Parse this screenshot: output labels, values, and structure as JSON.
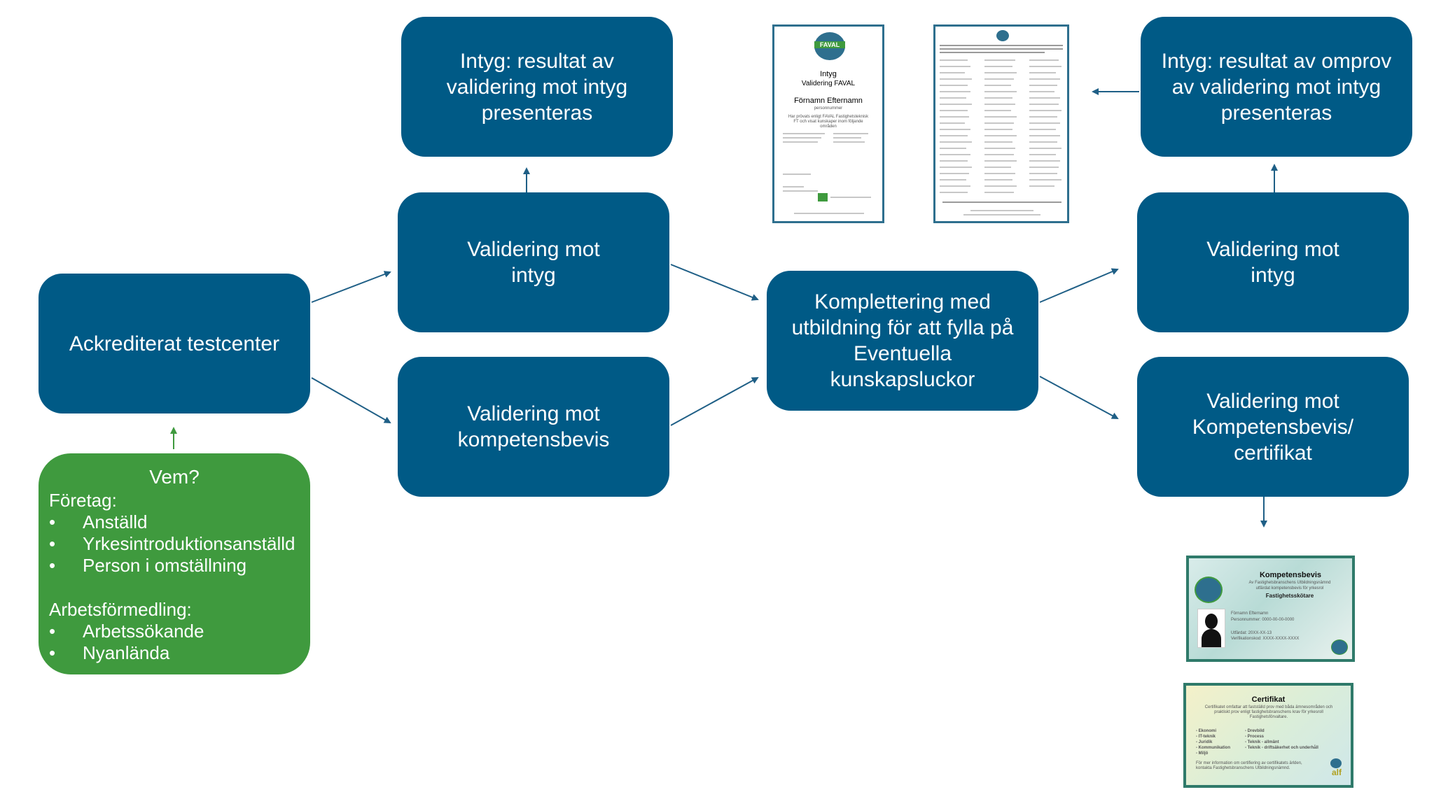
{
  "colors": {
    "box": "#005a86",
    "green": "#3f9a3e",
    "arrow": "#1f5f86",
    "green_arrow": "#3f9a3e"
  },
  "nodes": {
    "testcenter": "Ackrediterat testcenter",
    "val_intyg_1": "Validering mot\nintyg",
    "val_komp_1": "Validering mot\nkompetensbevis",
    "intyg_result": "Intyg: resultat av\nvalidering mot intyg\npresenteras",
    "komplettering": "Komplettering med\nutbildning för att fylla på\nEventuella kunskapsluckor",
    "val_intyg_2": "Validering mot\nintyg",
    "val_komp_2": "Validering mot\nKompetensbevis/\ncertifikat",
    "intyg_omprov": "Intyg: resultat av omprov\nav validering mot intyg\npresenteras"
  },
  "vem": {
    "title": "Vem?",
    "foretag_label": "Företag:",
    "foretag_items": [
      "Anställd",
      "Yrkesintroduktionsanställd",
      "Person i omställning"
    ],
    "af_label": "Arbetsförmedling:",
    "af_items": [
      "Arbetssökande",
      "Nyanlända"
    ]
  },
  "intyg_doc": {
    "logo": "FAVAL",
    "title": "Intyg",
    "subtitle": "Validering FAVAL",
    "name": "Förnamn Efternamn",
    "pnr": "personnummer",
    "text": "Har prövats enligt FAVAL Fastighetsteknisk FT och visat kunskaper inom följande områden"
  },
  "kompetensbevis_card": {
    "title": "Kompetensbevis",
    "line1": "Av Fastighetsbranschens Utbildningsnämnd",
    "line2": "utfärdat kompetensbevis för yrkesrol",
    "role": "Fastighetsskötare",
    "name": "Förnamn Efternamn",
    "pnr": "Personnummer: 0000-00-00-0000",
    "issued": "Utfärdat: 20XX-XX-13",
    "code": "Verifikationskod: XXXX-XXXX-XXXX"
  },
  "certifikat_card": {
    "title": "Certifikat",
    "text": "Certifikatet omfattar att fastställd prov med båda ämnesområden och praktiskt prov enligt fastighetsbranschens krav för yrkesroll Fastighetsförvaltare.",
    "col1": [
      "- Ekonomi",
      "- IT-teknik",
      "- Juridik",
      "- Kommunikation",
      "- Miljö"
    ],
    "col2": [
      "- Drevbild",
      "- Process",
      "- Teknik - allmänt",
      "- Teknik - driftsäkerhet och underhåll"
    ],
    "footer": "För mer information om certifiering av certifikatets ärlden, kontakta Fastighetsbranschens Utbildningsnämnd.",
    "logo": "alf"
  }
}
